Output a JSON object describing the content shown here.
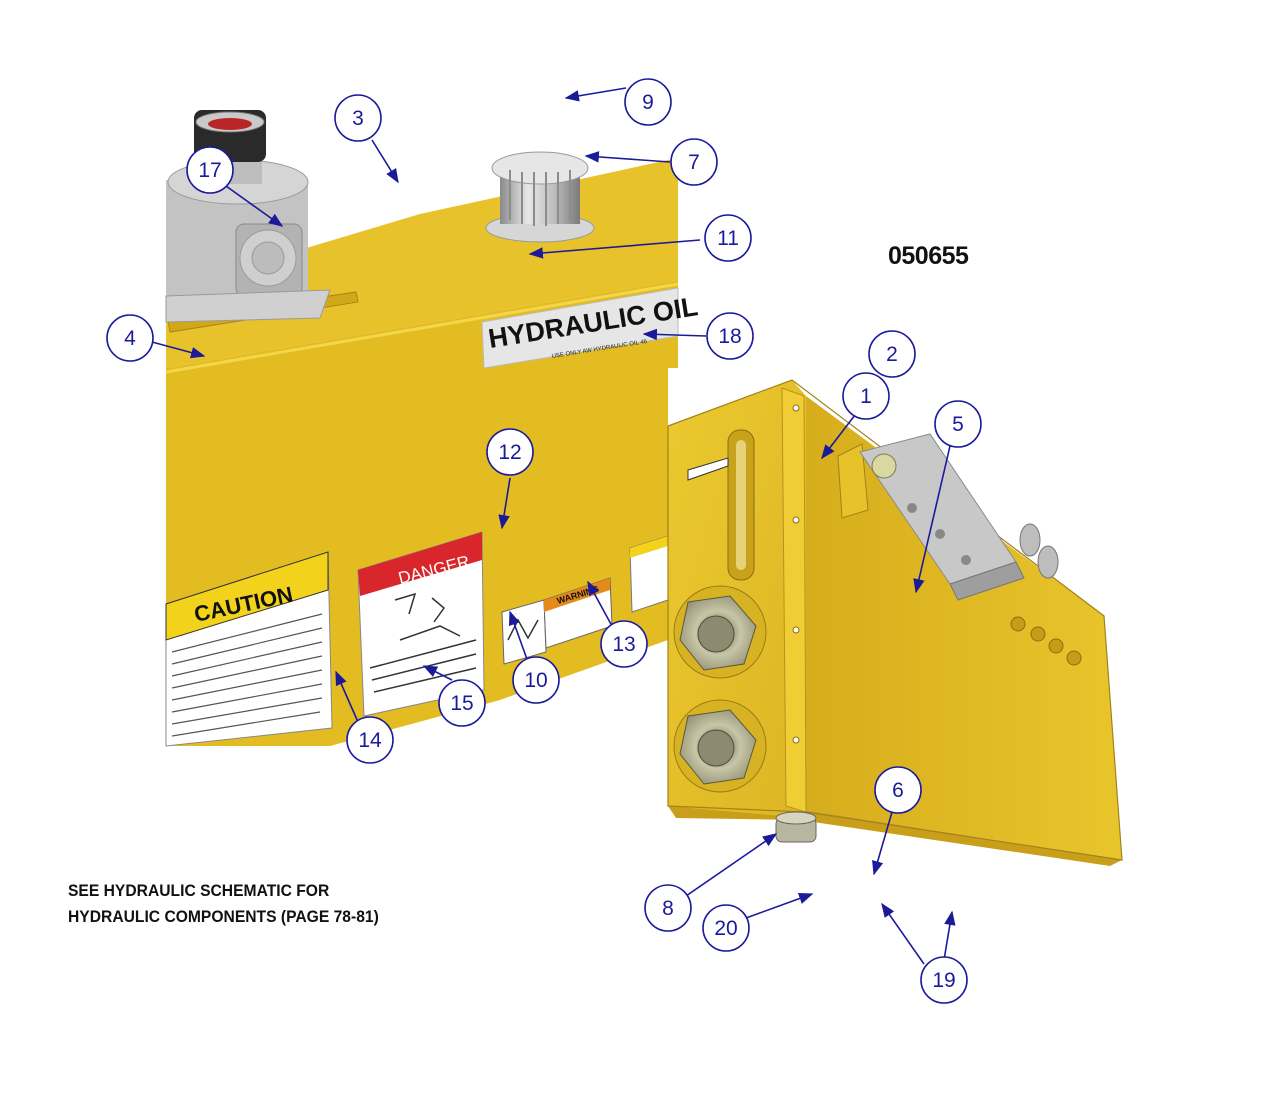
{
  "document_number": "050655",
  "note": {
    "line1": "SEE HYDRAULIC SCHEMATIC FOR",
    "line2": "HYDRAULIC COMPONENTS (PAGE 78-81)"
  },
  "labels": {
    "hydraulic_oil": "HYDRAULIC OIL",
    "hydraulic_oil_sub": "USE ONLY AW HYDRAULIC OIL 46",
    "caution": "CAUTION",
    "danger": "DANGER",
    "warning": "WARNING"
  },
  "callouts": [
    "1",
    "2",
    "3",
    "4",
    "5",
    "6",
    "7",
    "8",
    "9",
    "10",
    "11",
    "12",
    "13",
    "14",
    "15",
    "17",
    "18",
    "19",
    "20"
  ],
  "colors": {
    "tank_yellow": "#e8c22a",
    "callout_blue": "#1b1b9a",
    "danger_red": "#d9262c"
  }
}
